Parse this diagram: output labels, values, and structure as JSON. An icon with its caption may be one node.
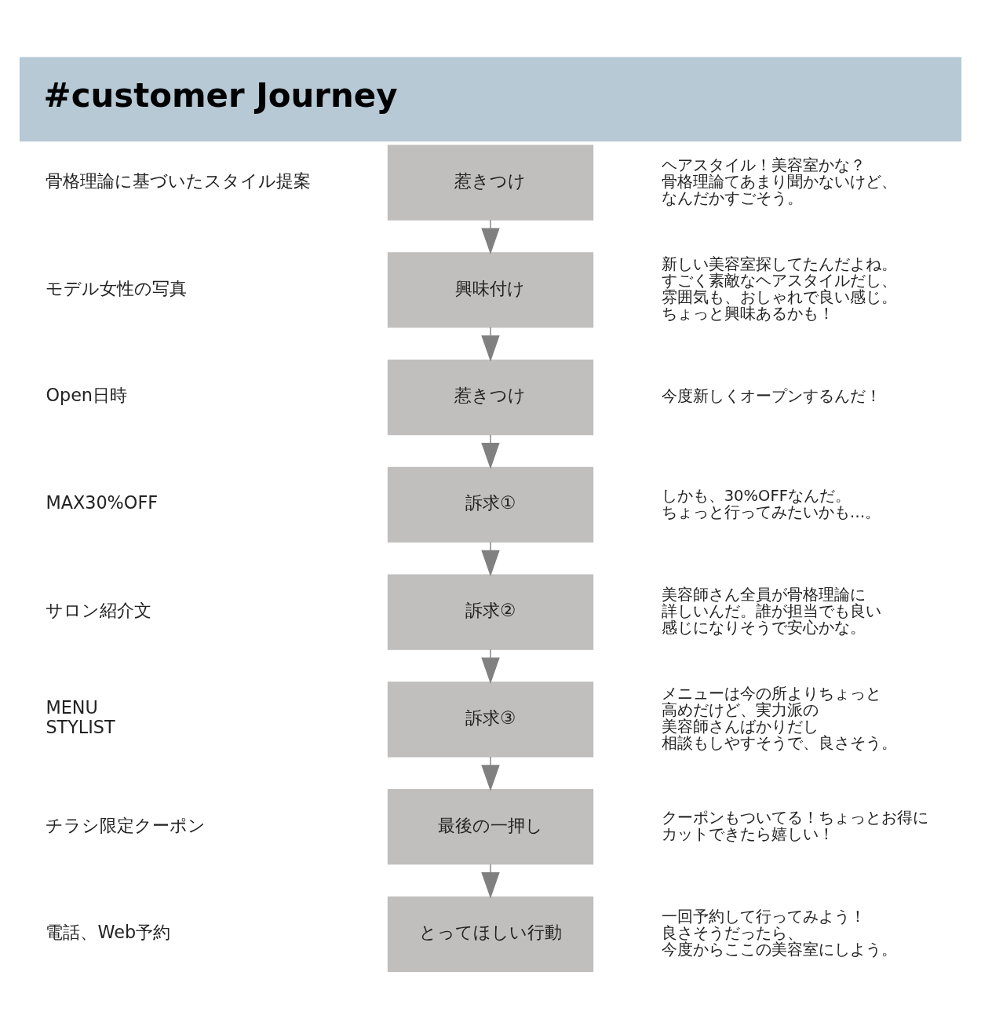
{
  "diagram": {
    "title": "#customer Journey",
    "nodes": [
      {
        "text": [
          "惹きつけ"
        ]
      },
      {
        "text": [
          "興味付け"
        ]
      },
      {
        "text": [
          "惹きつけ"
        ]
      },
      {
        "text": [
          "訴求①"
        ]
      },
      {
        "text": [
          "訴求②"
        ]
      },
      {
        "text": [
          "訴求③"
        ]
      },
      {
        "text": [
          "最後の一押し"
        ]
      },
      {
        "text": [
          "とってほしい行動"
        ]
      }
    ],
    "edges": [
      {
        "from": 0,
        "to": 1,
        "arrow": "to"
      },
      {
        "from": 1,
        "to": 2,
        "arrow": "to"
      },
      {
        "from": 2,
        "to": 3,
        "arrow": "to"
      },
      {
        "from": 3,
        "to": 4,
        "arrow": "to"
      },
      {
        "from": 4,
        "to": 5,
        "arrow": "to"
      },
      {
        "from": 5,
        "to": 6,
        "arrow": "to"
      },
      {
        "from": 6,
        "to": 7,
        "arrow": "to"
      }
    ],
    "labels": [
      "骨格理論に基づいたスタイル提案",
      "ヘアスタイル！美容室かな？骨格理論てあまり聞かないけど、なんだかすごそう。",
      "モデル女性の写真",
      "新しい美容室探してたんだよね。すごく素敵なヘアスタイルだし、雰囲気も、おしゃれで良い感じ。ちょっと興味あるかも！",
      "Open日時",
      "今度新しくオープンするんだ！",
      "MAX30%OFF",
      "しかも、30%OFFなんだ。ちょっと行ってみたいかも…。",
      "サロン紹介文",
      "美容師さん全員が骨格理論に詳しいんだ。誰が担当でも良い感じになりそうで安心かな。",
      "MENU STYLIST",
      "メニューは今の所よりちょっと高めだけど、実力派の美容師さんばかりだし相談もしやすそうで、良さそう。",
      "チラシ限定クーポン",
      "クーポンもついてる！ちょっとお得にカットできたら嬉しい！",
      "電話、Web予約",
      "一回予約して行ってみよう！良さそうだったら、今度からここの美容室にしよう。"
    ]
  }
}
